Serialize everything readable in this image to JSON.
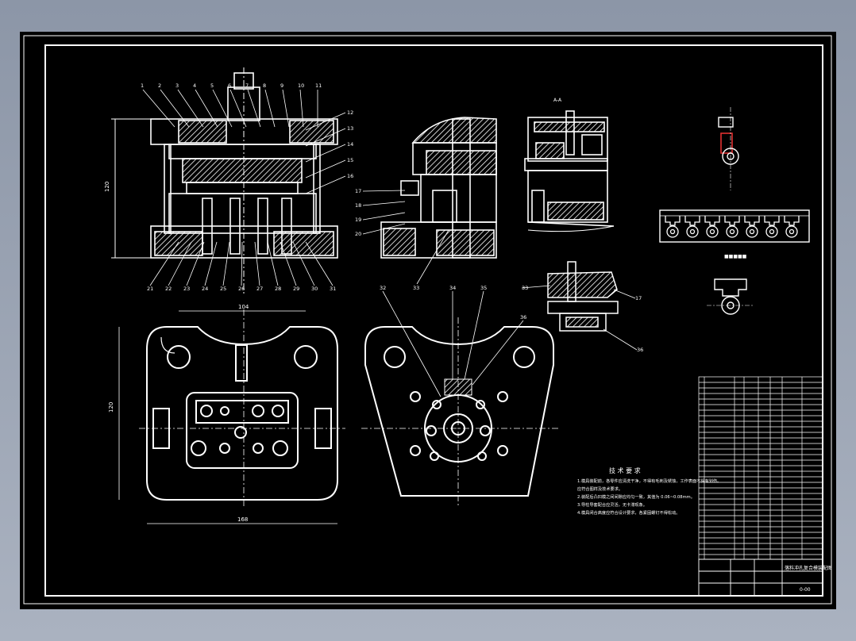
{
  "colors": {
    "background": "#98a1b1",
    "sheet": "#000000",
    "line": "#ffffff",
    "accent": "#e03030"
  },
  "balloons_top": [
    "1",
    "2",
    "3",
    "4",
    "5",
    "6",
    "7",
    "8",
    "9",
    "10",
    "11"
  ],
  "balloons_right": [
    "12",
    "13",
    "14",
    "15",
    "16"
  ],
  "balloons_bottom": [
    "21",
    "22",
    "23",
    "24",
    "25",
    "26",
    "27",
    "28",
    "29",
    "30",
    "31"
  ],
  "section_balloons_left": [
    "17",
    "18",
    "19",
    "20"
  ],
  "section_balloon_bottom": "33",
  "plan_balloons": [
    "32",
    "34",
    "35",
    "36"
  ],
  "detail_balloons": [
    "33",
    "17",
    "36"
  ],
  "dimensions": {
    "height": "120",
    "top_width": "104",
    "left_width": "120",
    "bottom_width": "168"
  },
  "tech_requirements": {
    "title": "技 术 要 求",
    "lines": [
      "1.模具装配前，各零件应清洗干净，不得有毛刺及锈蚀，工作表面不得有划伤。",
      "  应符合图样及技术要求。",
      "2.装配后凸凹模之间间隙应均匀一致，其值为 0.06~0.08mm。",
      "3.导柱导套配合应灵活，无卡滞现象。",
      "4.模具闭合高度应符合设计要求，各紧固螺钉不得松动。"
    ]
  },
  "title_block": {
    "drawing_title": "落料冲孔复合模装配图",
    "code": "0-00"
  }
}
